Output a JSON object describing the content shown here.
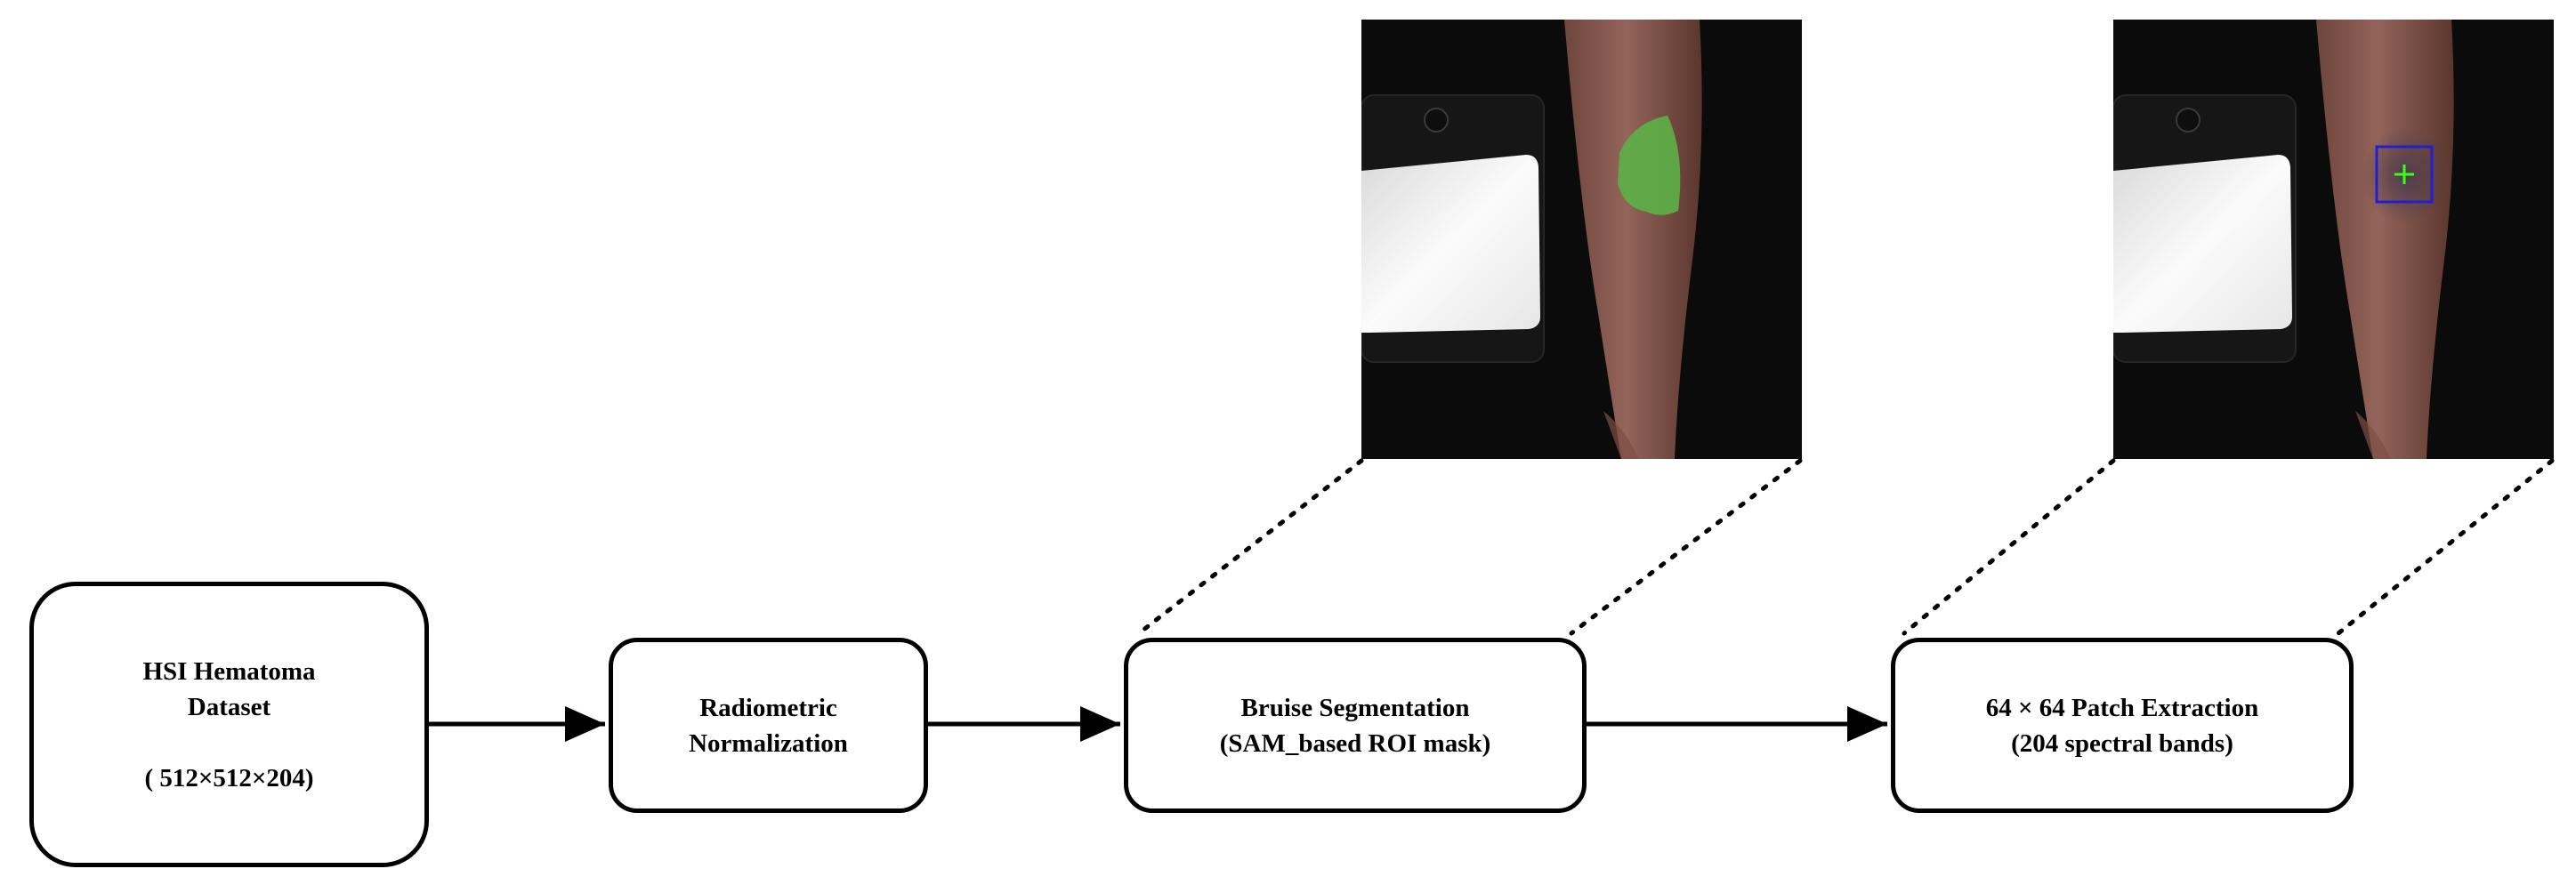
{
  "diagram": {
    "nodes": [
      {
        "id": "hsi",
        "lines": [
          "HSI Hematoma",
          "Dataset"
        ],
        "extra": "( 512×512×204)"
      },
      {
        "id": "radio",
        "lines": [
          "Radiometric",
          "Normalization"
        ]
      },
      {
        "id": "seg",
        "lines": [
          "Bruise Segmentation",
          "(SAM_based ROI mask)"
        ]
      },
      {
        "id": "patch",
        "lines": [
          "64 × 64 Patch Extraction",
          "(204 spectral bands)"
        ]
      }
    ],
    "edges": [
      {
        "from": "hsi",
        "to": "radio"
      },
      {
        "from": "radio",
        "to": "seg"
      },
      {
        "from": "seg",
        "to": "patch"
      }
    ],
    "images": [
      {
        "id": "segmentation-preview",
        "depicts": "forearm-with-green-bruise-mask",
        "mask_color": "#5bb347"
      },
      {
        "id": "patch-preview",
        "depicts": "forearm-with-blue-patch-box",
        "box_color": "#1f1fd6",
        "marker_color": "#39ff14"
      }
    ],
    "colors": {
      "stroke": "#000000",
      "skin": "#8a5a4e",
      "background": "#0b0b0b",
      "reference_panel": "#f2f2f2"
    }
  }
}
